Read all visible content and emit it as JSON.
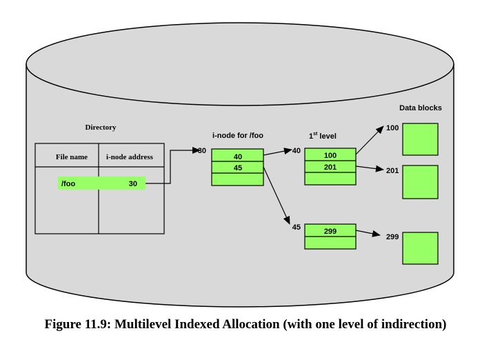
{
  "colors": {
    "disk_fill": "#d9d9d9",
    "block_fill": "#99ff66",
    "outline": "#000000"
  },
  "directory": {
    "title": "Directory",
    "col_file_name": "File name",
    "col_inode_address": "i-node address",
    "entry_name": "/foo",
    "entry_address": "30"
  },
  "inode": {
    "title": "i-node for /foo",
    "address_label": "30",
    "pointers": [
      "40",
      "45"
    ]
  },
  "first_level": {
    "title_main": "1",
    "title_sup": "st",
    "title_rest": " level",
    "block_a_address": "40",
    "block_a_entries": [
      "100",
      "201"
    ],
    "block_b_address": "45",
    "block_b_entries": [
      "299"
    ]
  },
  "data_blocks": {
    "title": "Data blocks",
    "addresses": [
      "100",
      "201",
      "299"
    ]
  },
  "caption": "Figure 11.9: Multilevel Indexed Allocation (with one level of indirection)"
}
